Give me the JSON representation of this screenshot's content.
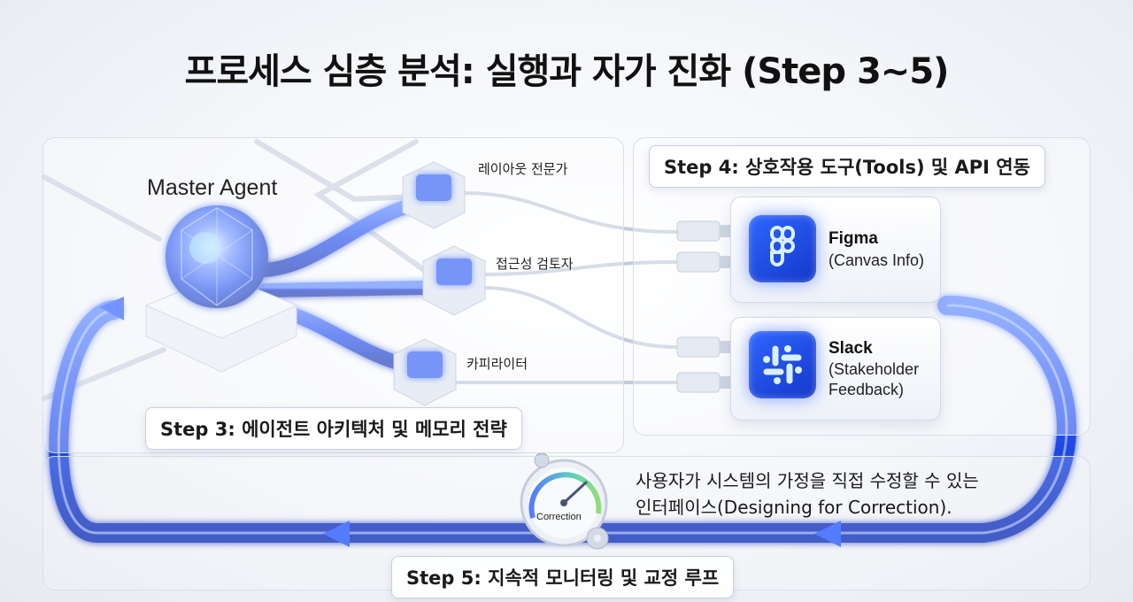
{
  "title": "프로세스 심층 분석: 실행과 자가 진화 (Step 3~5)",
  "step3": {
    "label": "Step 3: 에이전트 아키텍처 및 메모리 전략"
  },
  "step4": {
    "label": "Step 4: 상호작용 도구(Tools) 및 API 연동"
  },
  "step5": {
    "label": "Step 5: 지속적 모니터링 및 교정 루프"
  },
  "master_agent": {
    "label": "Master Agent"
  },
  "sub_agents": [
    {
      "label": "레이아웃 전문가"
    },
    {
      "label": "접근성 검토자"
    },
    {
      "label": "카피라이터"
    }
  ],
  "tools": [
    {
      "name": "Figma",
      "desc": "(Canvas Info)",
      "icon": "figma-icon"
    },
    {
      "name": "Slack",
      "desc_lines": [
        "(Stakeholder",
        "Feedback)"
      ],
      "icon": "slack-icon"
    }
  ],
  "correction": {
    "gauge_label": "Correction",
    "description_lines": [
      "사용자가 시스템의 가정을 직접 수정할 수 있는",
      "인터페이스(Designing for Correction)."
    ]
  },
  "colors": {
    "accent": "#2a5cff",
    "accent_dark": "#1535c9",
    "pipe": "#c5cedf",
    "panel_border": "#d9dee8"
  }
}
